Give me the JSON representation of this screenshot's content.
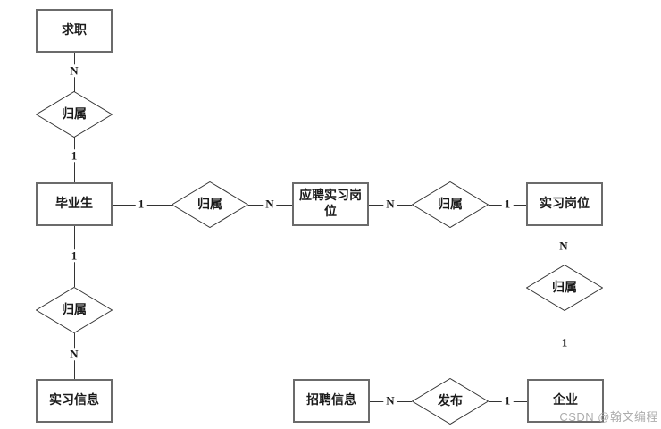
{
  "diagram": {
    "type": "entity-relationship",
    "entities": [
      {
        "label": "求职"
      },
      {
        "label": "毕业生"
      },
      {
        "label": "实习信息"
      },
      {
        "label": "应聘实习岗位"
      },
      {
        "label": "实习岗位"
      },
      {
        "label": "招聘信息"
      },
      {
        "label": "企业"
      }
    ],
    "relationships": [
      {
        "label": "归属"
      },
      {
        "label": "归属"
      },
      {
        "label": "归属"
      },
      {
        "label": "归属"
      },
      {
        "label": "归属"
      },
      {
        "label": "发布"
      }
    ],
    "cardinalities": {
      "qiuzhi_guishu1": "N",
      "guishu1_biyesheng": "1",
      "biyesheng_guishu2": "1",
      "guishu2_yingpin": "N",
      "yingpin_guishu3": "N",
      "guishu3_shixigangwei": "1",
      "shixigangwei_guishu4": "N",
      "guishu4_qiye": "1",
      "qiye_fabu": "1",
      "fabu_zhaopin": "N",
      "biyesheng_guishu5": "1",
      "guishu5_shixixinxi": "N"
    }
  },
  "watermark": {
    "text": "CSDN @翰文编程",
    "color": "#adadad"
  },
  "colors": {
    "background": "#ffffff",
    "line": "#333333",
    "entity_border": "#6b6b6b",
    "text": "#1a1a1a"
  }
}
